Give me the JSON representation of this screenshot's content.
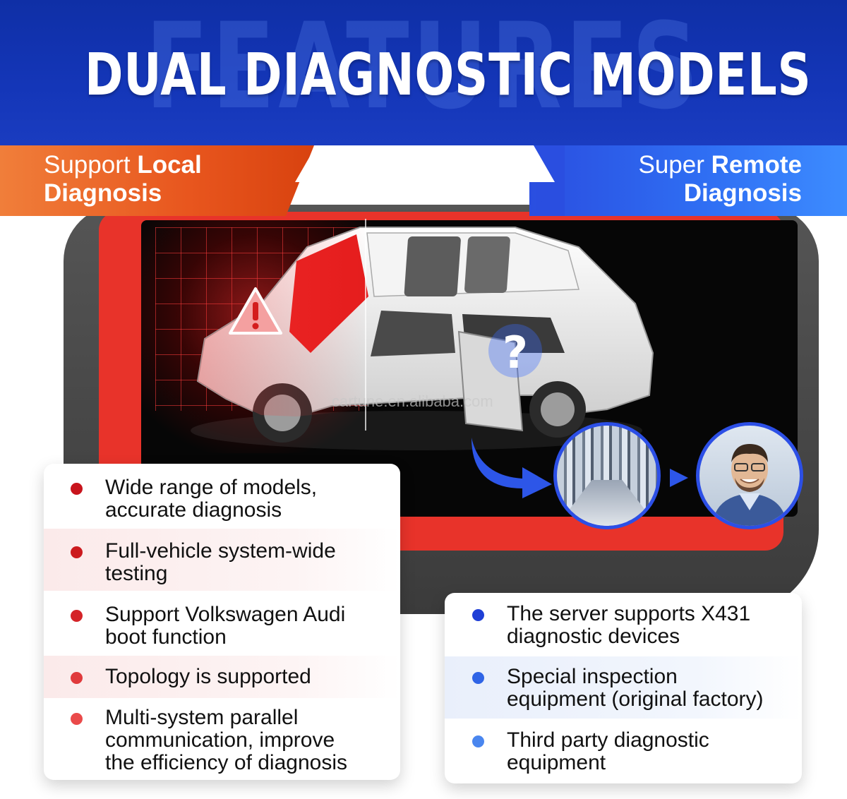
{
  "header": {
    "watermark": "FEATURES",
    "title": "DUAL DIAGNOSTIC MODELS"
  },
  "modes": {
    "local": {
      "prefix": "Support ",
      "emphasis": "Local",
      "line2": "Diagnosis"
    },
    "remote": {
      "prefix": "Super ",
      "emphasis": "Remote",
      "line2": "Diagnosis"
    }
  },
  "screen": {
    "watermark": "cartune.en.alibaba.com",
    "warning_glyph": "!",
    "question_glyph": "?"
  },
  "local_features": [
    {
      "line1": "Wide range of models,",
      "line2": "accurate diagnosis",
      "line3": ""
    },
    {
      "line1": "Full-vehicle system-wide",
      "line2": "testing",
      "line3": ""
    },
    {
      "line1": "Support Volkswagen Audi",
      "line2": "boot function",
      "line3": ""
    },
    {
      "line1": "Topology is supported",
      "line2": "",
      "line3": ""
    },
    {
      "line1": "Multi-system parallel",
      "line2": "communication, improve",
      "line3": "the efficiency of diagnosis"
    }
  ],
  "remote_features": [
    {
      "line1": "The server supports X431",
      "line2": "diagnostic devices"
    },
    {
      "line1": "Special inspection",
      "line2": "equipment (original factory)"
    },
    {
      "line1": "Third party diagnostic",
      "line2": "equipment"
    }
  ],
  "colors": {
    "header_blue": "#1436b8",
    "local_orange": "#e8561e",
    "remote_blue": "#2f6ef3",
    "tablet_red": "#e8332a",
    "dot_red_dark": "#c8141c",
    "dot_red_light": "#ea4a4a",
    "dot_blue_dark": "#1f3fd6",
    "dot_blue_light": "#4a86ef"
  },
  "icons": [
    "warning-triangle-icon",
    "question-mark-icon",
    "arrow-right-icon",
    "server-room-image",
    "technician-avatar-image"
  ]
}
